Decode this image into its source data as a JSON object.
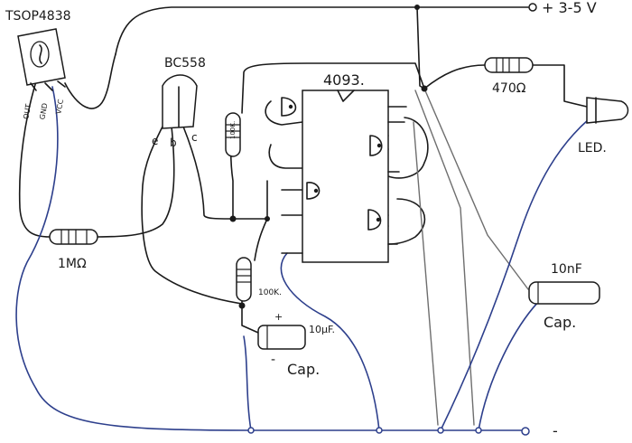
{
  "labels": {
    "ir_receiver": "TSOP4838",
    "pin_out": "OUT",
    "pin_gnd": "GND",
    "pin_vcc": "VCC",
    "transistor": "BC558",
    "pin_e": "e",
    "pin_b": "b",
    "pin_c": "c",
    "ic": "4093.",
    "supply": "+ 3-5 V",
    "r_led": "470Ω",
    "led": "LED.",
    "r_base": "1MΩ",
    "r_100k_top": "100K.",
    "r_100k_bottom": "100K.",
    "cap_left_value": "10µF.",
    "cap_left_plus": "+",
    "cap_left_minus": "-",
    "cap_left_name": "Cap.",
    "cap_right_value": "10nF",
    "cap_right_name": "Cap.",
    "ground": "-"
  },
  "colors": {
    "ink": "#1a1a1a",
    "ground_wire": "#2d3f8c",
    "pencil_wire": "#6e6e6e"
  }
}
